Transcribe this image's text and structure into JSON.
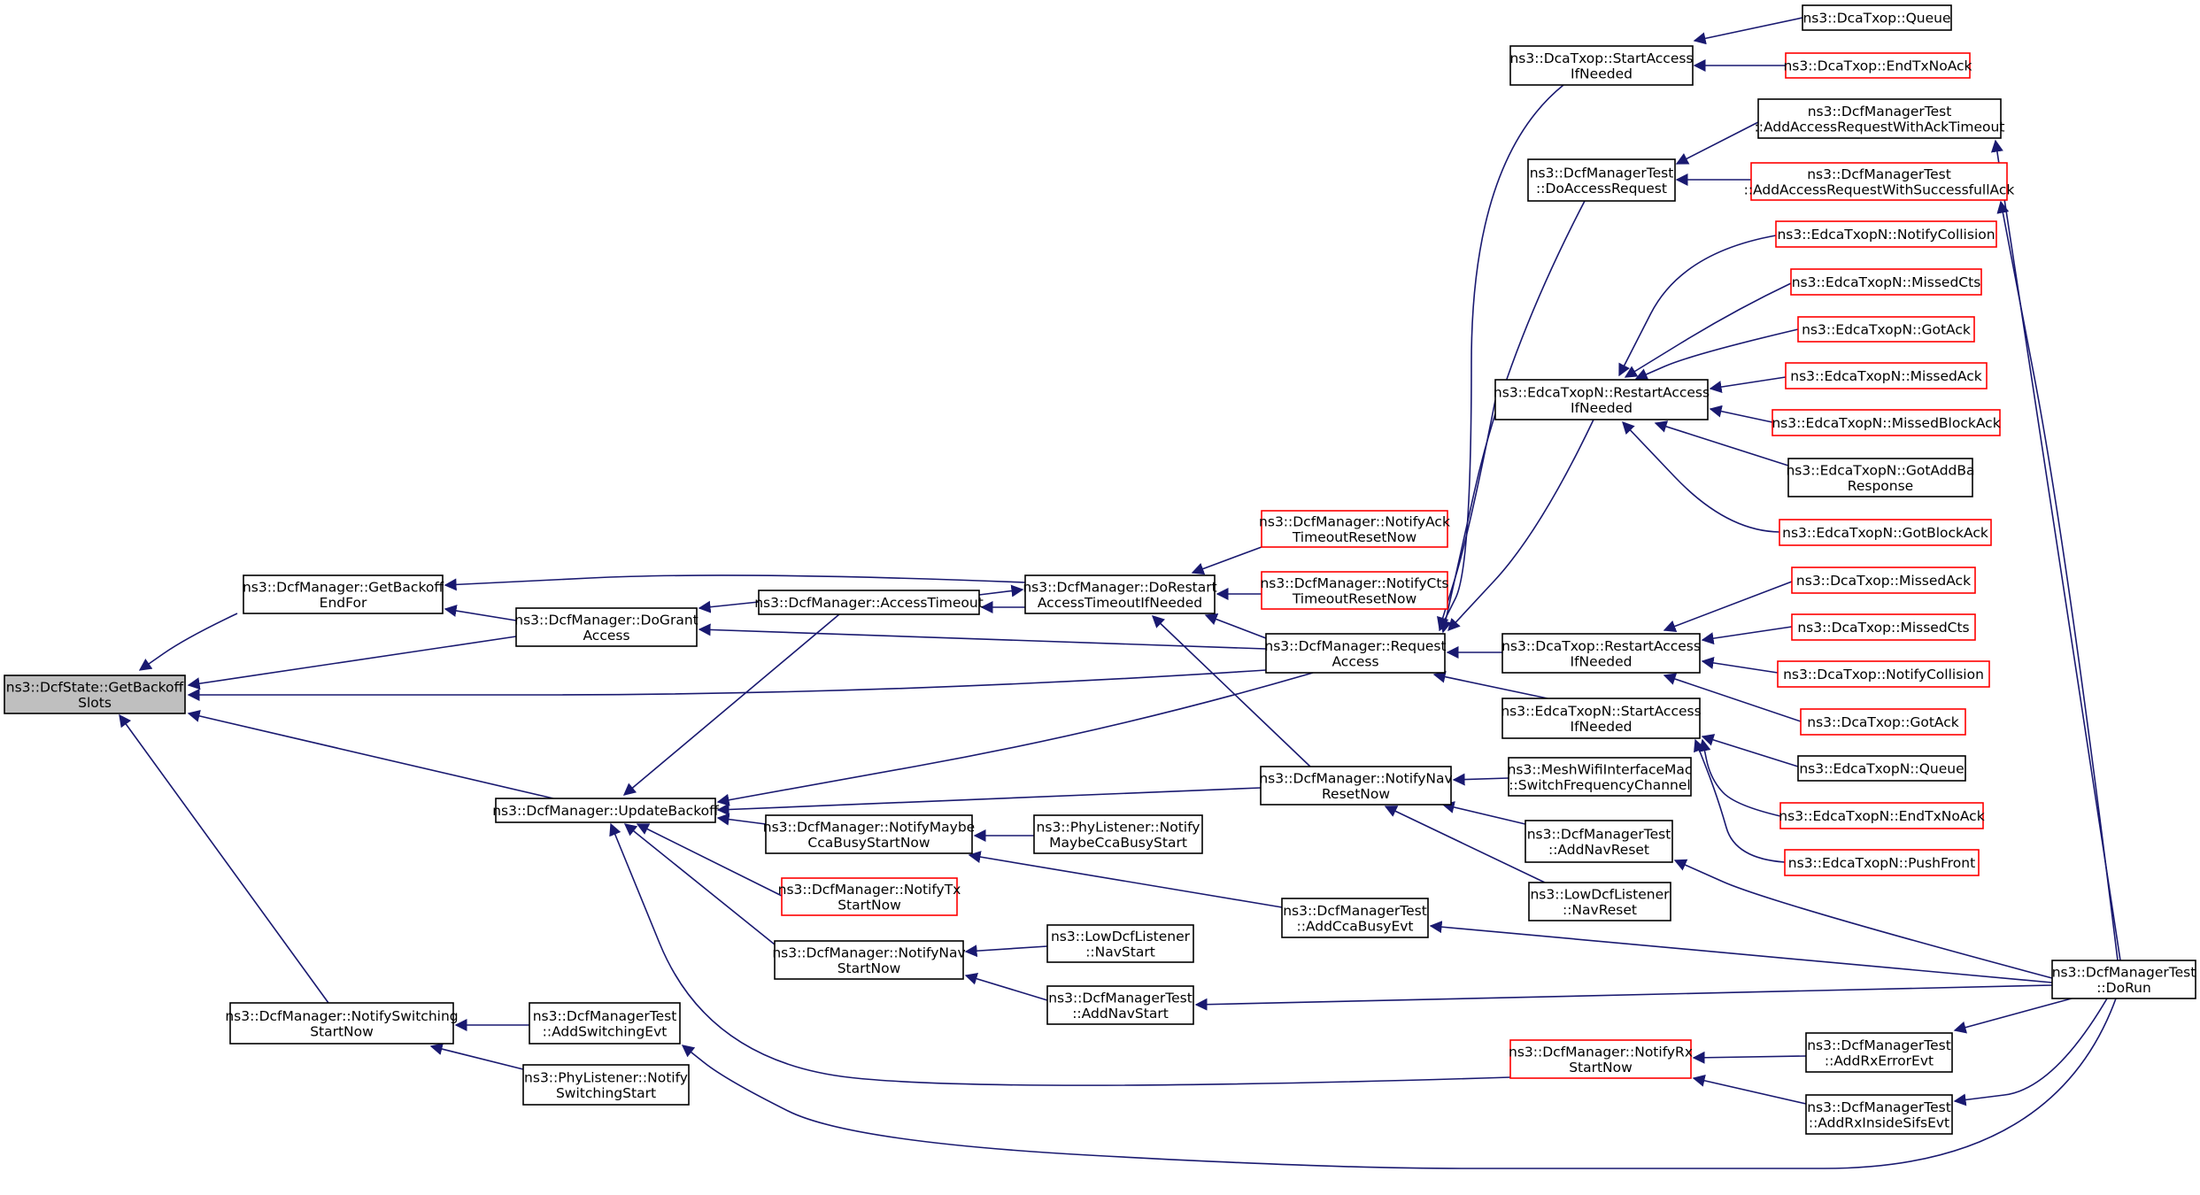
{
  "colors": {
    "edge": "#191970",
    "border_normal": "#000000",
    "border_red": "#ff0000",
    "fill_normal": "#ffffff",
    "fill_focus": "#bfbfbf"
  },
  "nodes": {
    "getbackoffslots": {
      "lines": [
        "ns3::DcfState::GetBackoff",
        "Slots"
      ],
      "style": "focus"
    },
    "getbackoffendfor": {
      "lines": [
        "ns3::DcfManager::GetBackoff",
        "EndFor"
      ],
      "style": "normal"
    },
    "dograntaccess": {
      "lines": [
        "ns3::DcfManager::DoGrant",
        "Access"
      ],
      "style": "normal"
    },
    "accesstimeout": {
      "lines": [
        "ns3::DcfManager::AccessTimeout"
      ],
      "style": "normal"
    },
    "dorestart": {
      "lines": [
        "ns3::DcfManager::DoRestart",
        "AccessTimeoutIfNeeded"
      ],
      "style": "normal"
    },
    "notifyack": {
      "lines": [
        "ns3::DcfManager::NotifyAck",
        "TimeoutResetNow"
      ],
      "style": "red"
    },
    "notifycts": {
      "lines": [
        "ns3::DcfManager::NotifyCts",
        "TimeoutResetNow"
      ],
      "style": "red"
    },
    "requestaccess": {
      "lines": [
        "ns3::DcfManager::Request",
        "Access"
      ],
      "style": "normal"
    },
    "updatebackoff": {
      "lines": [
        "ns3::DcfManager::UpdateBackoff"
      ],
      "style": "normal"
    },
    "notifymaybecca": {
      "lines": [
        "ns3::DcfManager::NotifyMaybe",
        "CcaBusyStartNow"
      ],
      "style": "normal"
    },
    "phymaybecca": {
      "lines": [
        "ns3::PhyListener::Notify",
        "MaybeCcaBusyStart"
      ],
      "style": "normal"
    },
    "notifytx": {
      "lines": [
        "ns3::DcfManager::NotifyTx",
        "StartNow"
      ],
      "style": "red"
    },
    "notifynavstart": {
      "lines": [
        "ns3::DcfManager::NotifyNav",
        "StartNow"
      ],
      "style": "normal"
    },
    "lownavstart": {
      "lines": [
        "ns3::LowDcfListener",
        "::NavStart"
      ],
      "style": "normal"
    },
    "addnavstart": {
      "lines": [
        "ns3::DcfManagerTest",
        "::AddNavStart"
      ],
      "style": "normal"
    },
    "addccabusy": {
      "lines": [
        "ns3::DcfManagerTest",
        "::AddCcaBusyEvt"
      ],
      "style": "normal"
    },
    "notifynavreset": {
      "lines": [
        "ns3::DcfManager::NotifyNav",
        "ResetNow"
      ],
      "style": "normal"
    },
    "meshswitch": {
      "lines": [
        "ns3::MeshWifiInterfaceMac",
        "::SwitchFrequencyChannel"
      ],
      "style": "normal"
    },
    "addnavreset": {
      "lines": [
        "ns3::DcfManagerTest",
        "::AddNavReset"
      ],
      "style": "normal"
    },
    "lownavreset": {
      "lines": [
        "ns3::LowDcfListener",
        "::NavReset"
      ],
      "style": "normal"
    },
    "notifyswitching": {
      "lines": [
        "ns3::DcfManager::NotifySwitching",
        "StartNow"
      ],
      "style": "normal"
    },
    "addswitching": {
      "lines": [
        "ns3::DcfManagerTest",
        "::AddSwitchingEvt"
      ],
      "style": "normal"
    },
    "physwitching": {
      "lines": [
        "ns3::PhyListener::Notify",
        "SwitchingStart"
      ],
      "style": "normal"
    },
    "notifyrx": {
      "lines": [
        "ns3::DcfManager::NotifyRx",
        "StartNow"
      ],
      "style": "red"
    },
    "addrxerror": {
      "lines": [
        "ns3::DcfManagerTest",
        "::AddRxErrorEvt"
      ],
      "style": "normal"
    },
    "addrxinside": {
      "lines": [
        "ns3::DcfManagerTest",
        "::AddRxInsideSifsEvt"
      ],
      "style": "normal"
    },
    "dorun": {
      "lines": [
        "ns3::DcfManagerTest",
        "::DoRun"
      ],
      "style": "normal"
    },
    "dcatxopstart": {
      "lines": [
        "ns3::DcaTxop::StartAccess",
        "IfNeeded"
      ],
      "style": "normal"
    },
    "dcatxopqueue": {
      "lines": [
        "ns3::DcaTxop::Queue"
      ],
      "style": "normal"
    },
    "dcatxopendtx": {
      "lines": [
        "ns3::DcaTxop::EndTxNoAck"
      ],
      "style": "red"
    },
    "doaccessrequest": {
      "lines": [
        "ns3::DcfManagerTest",
        "::DoAccessRequest"
      ],
      "style": "normal"
    },
    "addackto": {
      "lines": [
        "ns3::DcfManagerTest",
        "::AddAccessRequestWithAckTimeout"
      ],
      "style": "normal"
    },
    "addsuccack": {
      "lines": [
        "ns3::DcfManagerTest",
        "::AddAccessRequestWithSuccessfullAck"
      ],
      "style": "red"
    },
    "edcarestart": {
      "lines": [
        "ns3::EdcaTxopN::RestartAccess",
        "IfNeeded"
      ],
      "style": "normal"
    },
    "edcacollision": {
      "lines": [
        "ns3::EdcaTxopN::NotifyCollision"
      ],
      "style": "red"
    },
    "edcamissedcts": {
      "lines": [
        "ns3::EdcaTxopN::MissedCts"
      ],
      "style": "red"
    },
    "edcagotack": {
      "lines": [
        "ns3::EdcaTxopN::GotAck"
      ],
      "style": "red"
    },
    "edcamissedack": {
      "lines": [
        "ns3::EdcaTxopN::MissedAck"
      ],
      "style": "red"
    },
    "edcamissedblock": {
      "lines": [
        "ns3::EdcaTxopN::MissedBlockAck"
      ],
      "style": "red"
    },
    "edcagotaddba": {
      "lines": [
        "ns3::EdcaTxopN::GotAddBa",
        "Response"
      ],
      "style": "normal"
    },
    "edcagotblock": {
      "lines": [
        "ns3::EdcaTxopN::GotBlockAck"
      ],
      "style": "red"
    },
    "dcarestart": {
      "lines": [
        "ns3::DcaTxop::RestartAccess",
        "IfNeeded"
      ],
      "style": "normal"
    },
    "dcamissedack": {
      "lines": [
        "ns3::DcaTxop::MissedAck"
      ],
      "style": "red"
    },
    "dcamissedcts": {
      "lines": [
        "ns3::DcaTxop::MissedCts"
      ],
      "style": "red"
    },
    "dcacollision": {
      "lines": [
        "ns3::DcaTxop::NotifyCollision"
      ],
      "style": "red"
    },
    "dcagotack": {
      "lines": [
        "ns3::DcaTxop::GotAck"
      ],
      "style": "red"
    },
    "edcastart": {
      "lines": [
        "ns3::EdcaTxopN::StartAccess",
        "IfNeeded"
      ],
      "style": "normal"
    },
    "edcaqueue": {
      "lines": [
        "ns3::EdcaTxopN::Queue"
      ],
      "style": "normal"
    },
    "edcaendtx": {
      "lines": [
        "ns3::EdcaTxopN::EndTxNoAck"
      ],
      "style": "red"
    },
    "edcapushfront": {
      "lines": [
        "ns3::EdcaTxopN::PushFront"
      ],
      "style": "red"
    }
  }
}
